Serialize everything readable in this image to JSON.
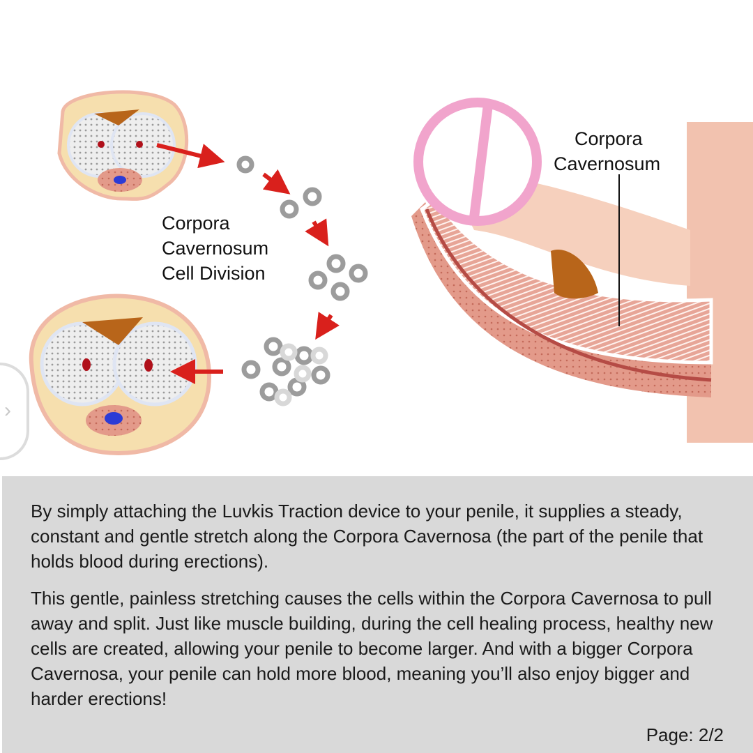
{
  "diagram": {
    "left_label": [
      "Corpora",
      "Cavernosum",
      "Cell Division"
    ],
    "right_label": [
      "Corpora",
      "Cavernosum"
    ]
  },
  "description": {
    "paragraph1": "By simply attaching the Luvkis Traction device to your penile, it supplies a steady, constant and gentle stretch along the Corpora Cavernosa (the part of the penile that holds blood during erections).",
    "paragraph2": "This gentle, painless stretching causes the cells within the Corpora Cavernosa to pull away and split. Just like muscle building, during the cell healing process, healthy new cells are created, allowing your penile to become larger. And with a bigger Corpora Cavernosa, your penile can hold more blood, meaning you’ll also enjoy bigger and harder erections!"
  },
  "page_indicator": "Page: 2/2",
  "nav": {
    "icon": "chevron-right-icon"
  },
  "colors": {
    "panel": "#d9d9d9",
    "arrow": "#d9201c",
    "skin": "#f0c9b0"
  }
}
